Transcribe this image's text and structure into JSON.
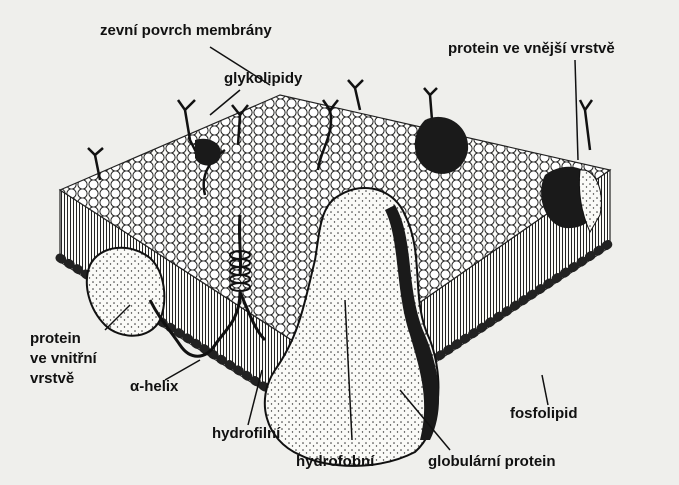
{
  "labels": {
    "outer_surface": "zevní povrch membrány",
    "glycolipids": "glykolipidy",
    "outer_protein": "protein ve vnější vrstvě",
    "inner_protein_1": "protein",
    "inner_protein_2": "ve vnitřní",
    "inner_protein_3": "vrstvě",
    "alpha_helix": "α-helix",
    "hydrophilic": "hydrofilní",
    "hydrophobic": "hydrofobní",
    "globular_protein": "globulární protein",
    "phospholipid": "fosfolipid"
  },
  "colors": {
    "background": "#efefec",
    "ink": "#111111",
    "bead_fill": "#ffffff",
    "protein_dark": "#1a1a1a"
  }
}
